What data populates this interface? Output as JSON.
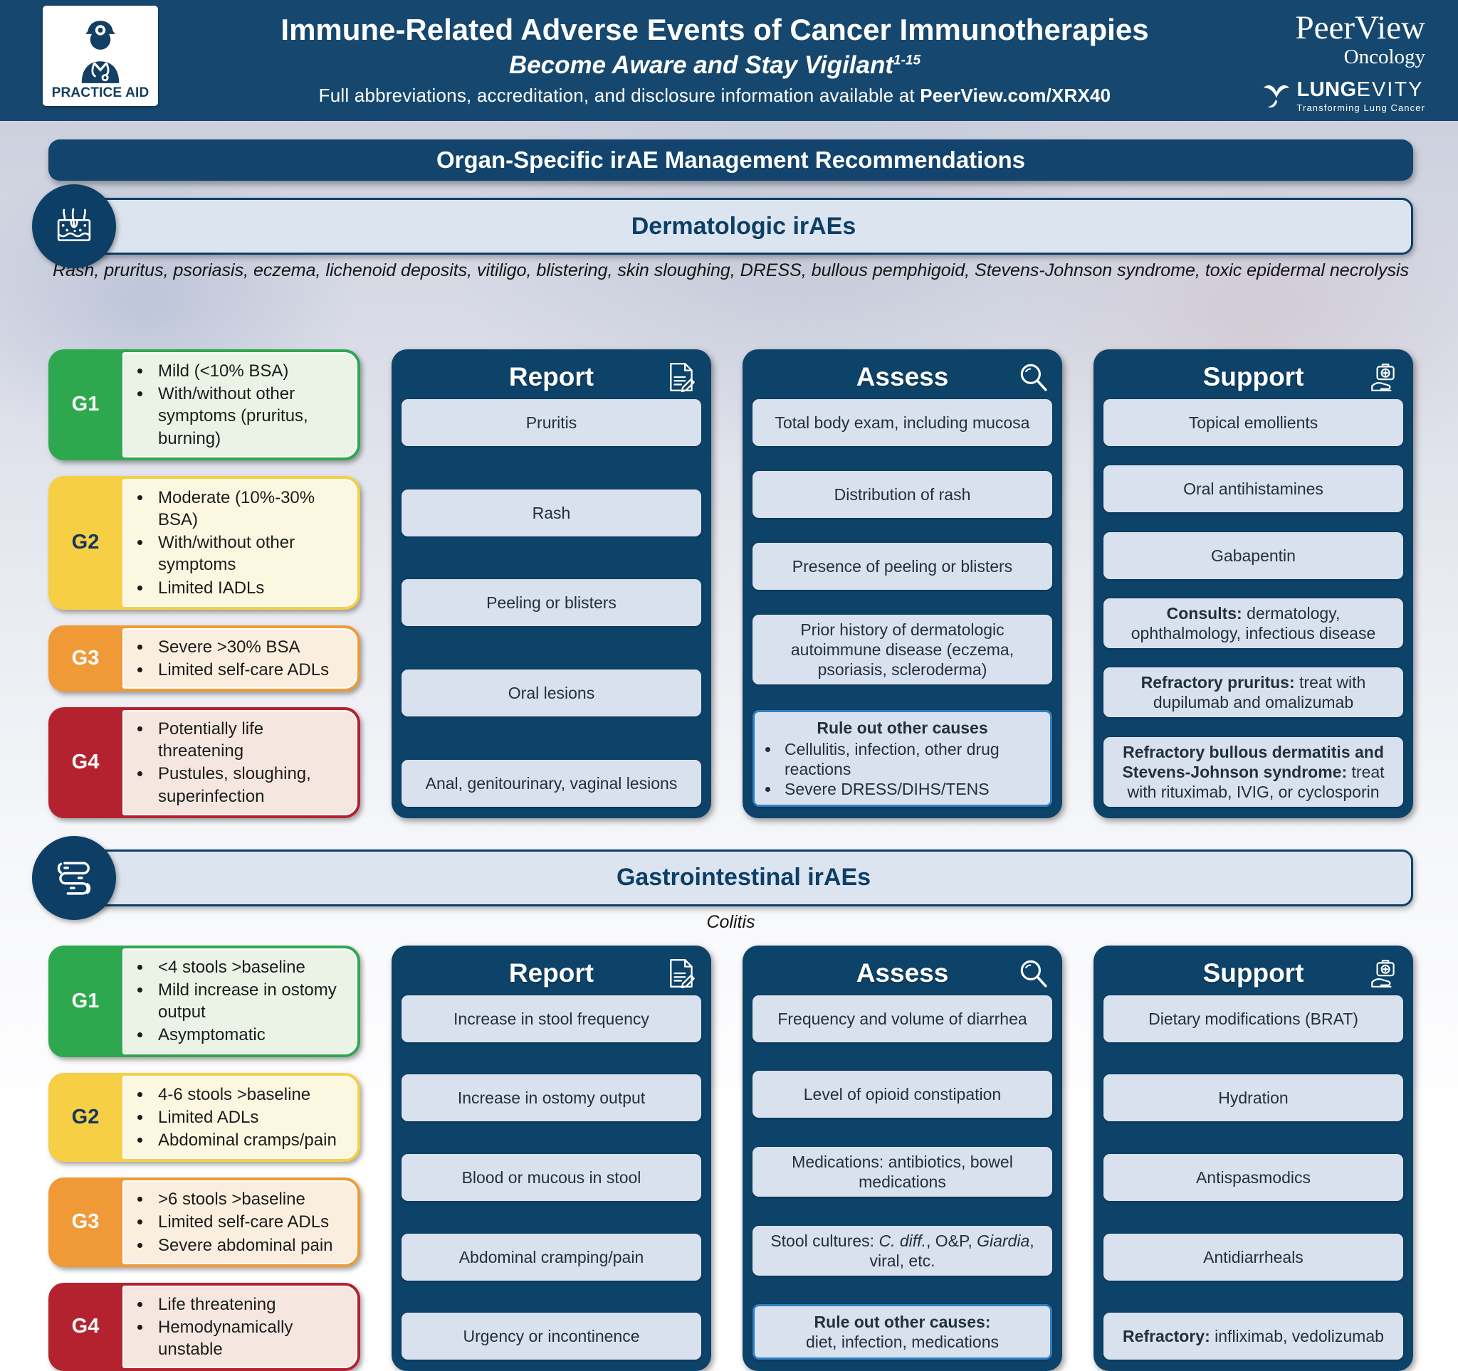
{
  "palette": {
    "navy_header": "#16486F",
    "navy_panel": "#0D4269",
    "banner_fill": "#DCE4F0",
    "item_fill": "#D9E1EE",
    "ruleout_border": "#2F7FC1",
    "grade_g1": "#2EA84F",
    "grade_g2": "#F6CF45",
    "grade_g3": "#F09A37",
    "grade_g4": "#B5222F"
  },
  "header": {
    "badge_label": "PRACTICE AID",
    "title": "Immune-Related Adverse Events of Cancer Immunotherapies",
    "subtitle": "Become Aware and Stay Vigilant",
    "subtitle_sup": "1-15",
    "info_prefix": "Full abbreviations, accreditation, and disclosure information available at ",
    "info_link": "PeerView.com/XRX40",
    "peerview_line1": "PeerView",
    "peerview_line2": "Oncology",
    "lungevity_bold": "LUNG",
    "lungevity_light": "EVITY",
    "lungevity_tagline": "Transforming Lung Cancer"
  },
  "main_banner": {
    "title": "Organ-Specific irAE Management Recommendations"
  },
  "sections": {
    "derm": {
      "title": "Dermatologic irAEs",
      "subtitle": "Rash, pruritus, psoriasis, eczema, lichenoid deposits, vitiligo, blistering, skin sloughing, DRESS, bullous pemphigoid, Stevens-Johnson syndrome, toxic epidermal necrolysis",
      "grades": [
        {
          "label": "G1",
          "items": [
            "Mild (<10% BSA)",
            "With/without other symptoms (pruritus, burning)"
          ]
        },
        {
          "label": "G2",
          "items": [
            "Moderate (10%-30% BSA)",
            "With/without other symptoms",
            "Limited IADLs"
          ]
        },
        {
          "label": "G3",
          "items": [
            "Severe >30% BSA",
            "Limited self-care ADLs"
          ]
        },
        {
          "label": "G4",
          "items": [
            "Potentially life threatening",
            "Pustules, sloughing, superinfection"
          ]
        }
      ],
      "report": {
        "title": "Report",
        "items": [
          "Pruritis",
          "Rash",
          "Peeling or blisters",
          "Oral lesions",
          "Anal, genitourinary, vaginal lesions"
        ]
      },
      "assess": {
        "title": "Assess",
        "items": [
          "Total body exam, including mucosa",
          "Distribution of rash",
          "Presence of peeling or blisters",
          "Prior history of dermatologic autoimmune disease (eczema, psoriasis, scleroderma)"
        ],
        "ruleout": {
          "title": "Rule out other causes",
          "bullets": [
            "Cellulitis, infection, other drug reactions",
            "Severe DRESS/DIHS/TENS"
          ]
        }
      },
      "support": {
        "title": "Support",
        "items": [
          {
            "text": "Topical emollients"
          },
          {
            "text": "Oral antihistamines"
          },
          {
            "text": "Gabapentin"
          },
          {
            "bold": "Consults:",
            "rest": " dermatology, ophthalmology, infectious disease"
          },
          {
            "bold": "Refractory pruritus:",
            "rest": " treat with dupilumab and omalizumab"
          },
          {
            "bold": "Refractory bullous dermatitis and Stevens-Johnson syndrome:",
            "rest": " treat with rituximab, IVIG, or cyclosporin"
          }
        ]
      }
    },
    "gi": {
      "title": "Gastrointestinal irAEs",
      "subtitle": "Colitis",
      "grades": [
        {
          "label": "G1",
          "items": [
            "<4 stools >baseline",
            "Mild increase in ostomy output",
            "Asymptomatic"
          ]
        },
        {
          "label": "G2",
          "items": [
            "4-6 stools >baseline",
            "Limited ADLs",
            "Abdominal cramps/pain"
          ]
        },
        {
          "label": "G3",
          "items": [
            ">6 stools >baseline",
            "Limited self-care ADLs",
            "Severe abdominal pain"
          ]
        },
        {
          "label": "G4",
          "items": [
            "Life threatening",
            "Hemodynamically unstable"
          ]
        }
      ],
      "report": {
        "title": "Report",
        "items": [
          "Increase in stool frequency",
          "Increase in ostomy output",
          "Blood or mucous in stool",
          "Abdominal cramping/pain",
          "Urgency or incontinence"
        ]
      },
      "assess": {
        "title": "Assess",
        "items": [
          "Frequency and volume of diarrhea",
          "Level of opioid constipation",
          "Medications: antibiotics, bowel medications"
        ],
        "stool_cultures": {
          "pre": "Stool cultures: ",
          "it1": "C. diff.",
          "mid": ", O&P, ",
          "it2": "Giardia",
          "post": ", viral, etc."
        },
        "ruleout": {
          "title": "Rule out other causes:",
          "sub": "diet, infection, medications"
        }
      },
      "support": {
        "title": "Support",
        "items": [
          {
            "text": "Dietary modifications (BRAT)"
          },
          {
            "text": "Hydration"
          },
          {
            "text": "Antispasmodics"
          },
          {
            "text": "Antidiarrheals"
          },
          {
            "bold": "Refractory:",
            "rest": " infliximab, vedolizumab"
          }
        ]
      }
    }
  }
}
